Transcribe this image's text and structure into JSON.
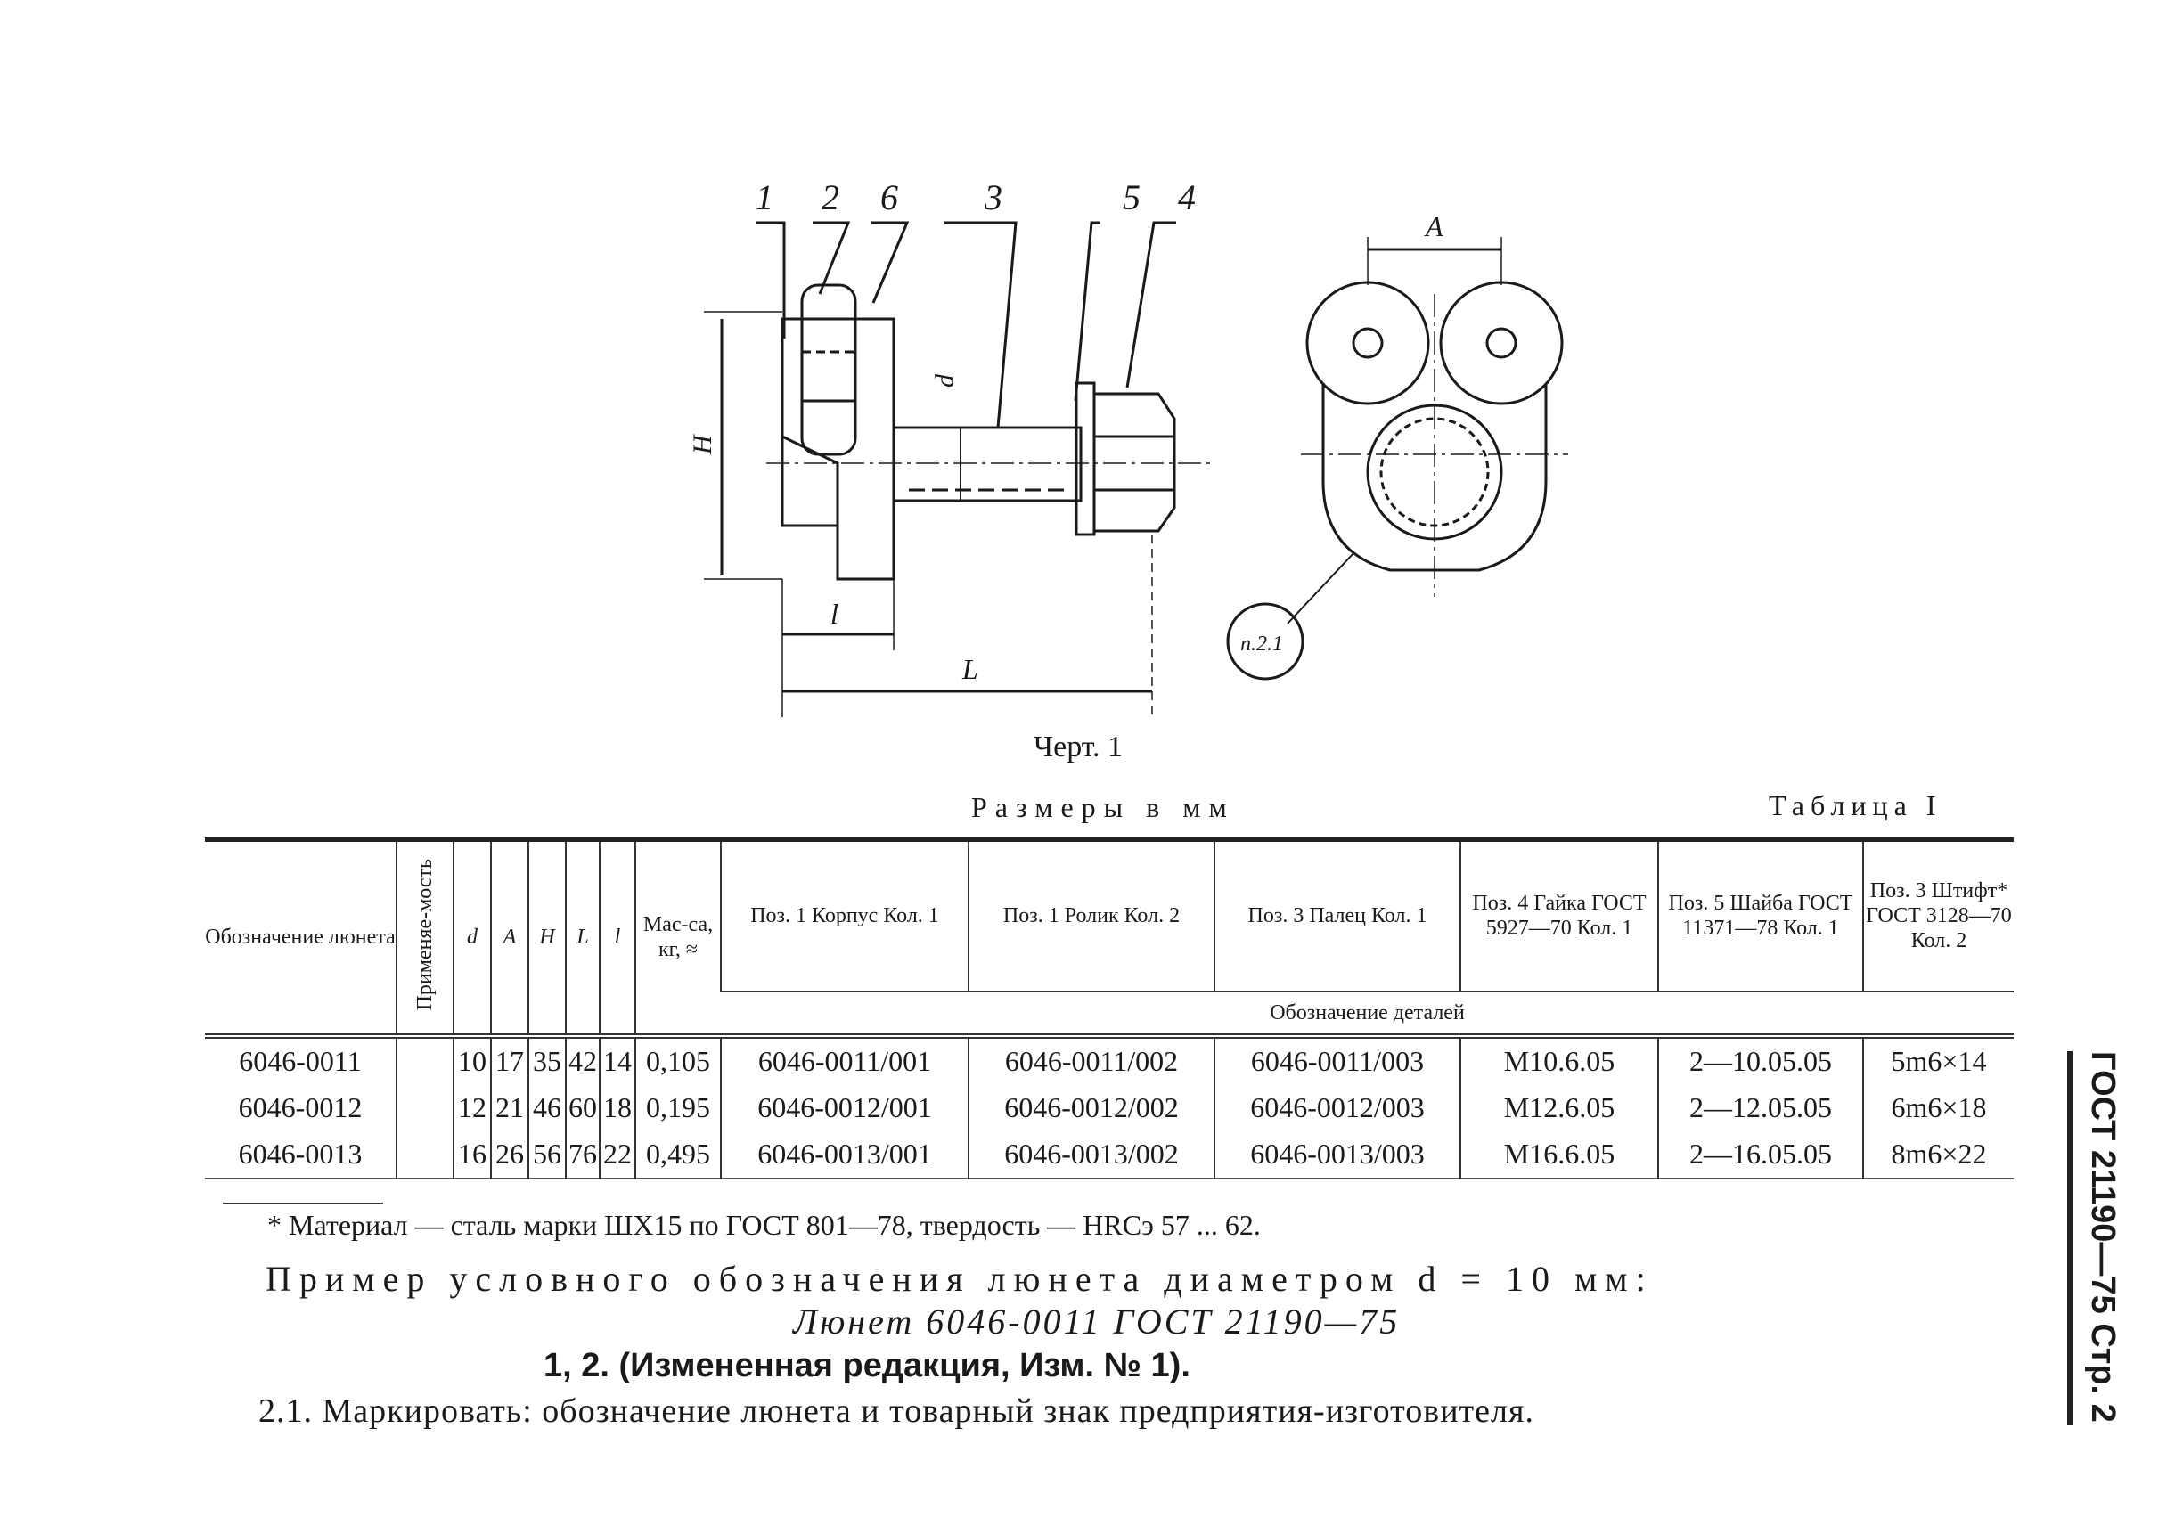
{
  "drawing": {
    "position_labels": [
      "1",
      "2",
      "6",
      "3",
      "5",
      "4"
    ],
    "dimension_labels": {
      "A": "A",
      "H": "H",
      "d": "d",
      "l": "l",
      "L": "L"
    },
    "note_label": "п.2.1"
  },
  "caption": "Черт. 1",
  "units_note": "Размеры в мм",
  "table_number": "Таблица I",
  "table": {
    "headers": {
      "designation": "Обозначение люнета",
      "applicability": "Применяе-мость",
      "d": "d",
      "A": "A",
      "H": "H",
      "L": "L",
      "l": "l",
      "mass": "Мас-са, кг, ≈",
      "pos1_body": "Поз. 1 Корпус Кол. 1",
      "pos1_roller": "Поз. 1 Ролик Кол. 2",
      "pos3_finger": "Поз. 3 Палец Кол. 1",
      "pos4_nut": "Поз. 4 Гайка ГОСТ 5927—70 Кол. 1",
      "pos5_washer": "Поз. 5 Шайба ГОСТ 11371—78 Кол. 1",
      "pos3_pin": "Поз. 3 Штифт* ГОСТ 3128—70 Кол. 2",
      "parts_designation": "Обозначение деталей"
    },
    "rows": [
      {
        "designation": "6046-0011",
        "applicability": "",
        "d": "10",
        "A": "17",
        "H": "35",
        "L": "42",
        "l": "14",
        "mass": "0,105",
        "body": "6046-0011/001",
        "roller": "6046-0011/002",
        "finger": "6046-0011/003",
        "nut": "M10.6.05",
        "washer": "2—10.05.05",
        "pin": "5m6×14"
      },
      {
        "designation": "6046-0012",
        "applicability": "",
        "d": "12",
        "A": "21",
        "H": "46",
        "L": "60",
        "l": "18",
        "mass": "0,195",
        "body": "6046-0012/001",
        "roller": "6046-0012/002",
        "finger": "6046-0012/003",
        "nut": "M12.6.05",
        "washer": "2—12.05.05",
        "pin": "6m6×18"
      },
      {
        "designation": "6046-0013",
        "applicability": "",
        "d": "16",
        "A": "26",
        "H": "56",
        "L": "76",
        "l": "22",
        "mass": "0,495",
        "body": "6046-0013/001",
        "roller": "6046-0013/002",
        "finger": "6046-0013/003",
        "nut": "M16.6.05",
        "washer": "2—16.05.05",
        "pin": "8m6×22"
      }
    ]
  },
  "footnote": "* Материал — сталь марки ШХ15 по ГОСТ 801—78, твердость — HRCэ 57 ... 62.",
  "example_line1": "Пример условного обозначения люнета диаметром d = 10 мм:",
  "example_line2": "Люнет 6046-0011 ГОСТ 21190—75",
  "edition_note": "1, 2. (Измененная редакция, Изм. № 1).",
  "marking_note": "2.1. Маркировать: обозначение люнета и товарный знак предприятия-изготовителя.",
  "side_header": "ГОСТ 21190—75 Стр. 2"
}
